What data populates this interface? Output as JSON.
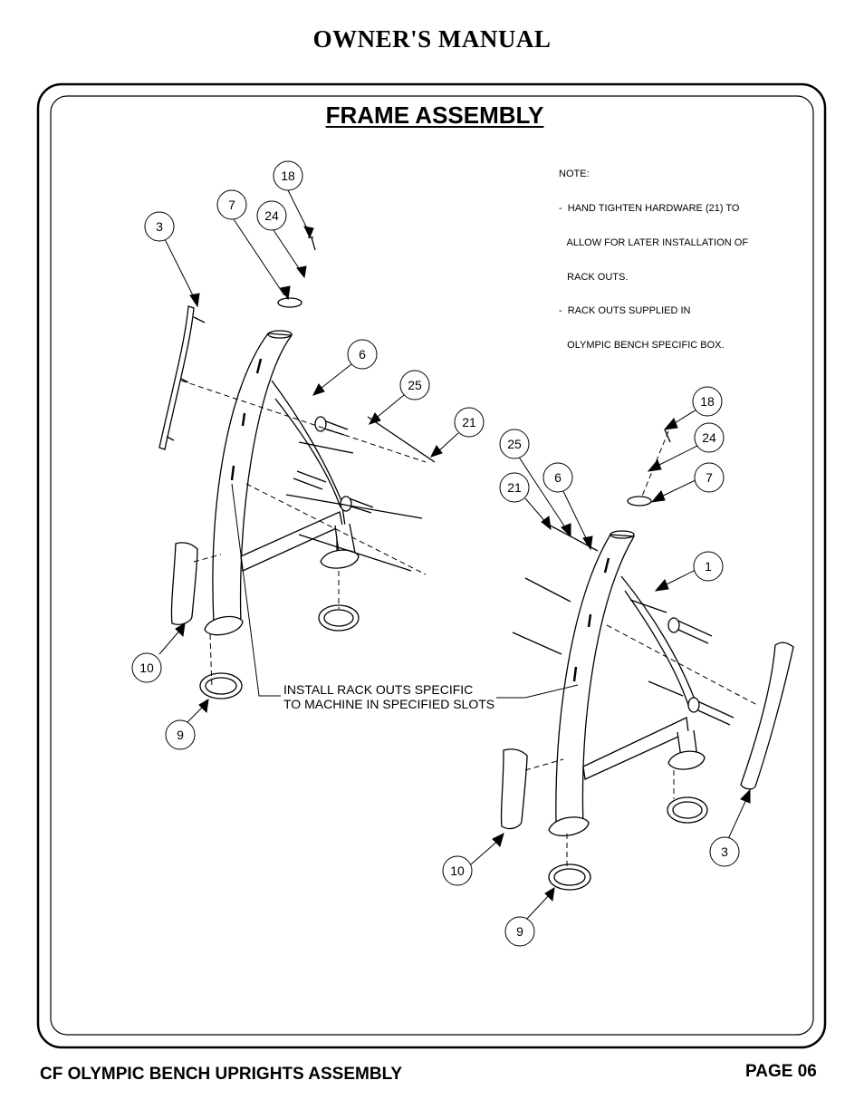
{
  "header": {
    "title": "OWNER'S MANUAL"
  },
  "section": {
    "title": "FRAME ASSEMBLY"
  },
  "note": {
    "lines": [
      "NOTE:",
      "-  HAND TIGHTEN HARDWARE (21) TO",
      "   ALLOW FOR LATER INSTALLATION OF",
      "   RACK OUTS.",
      "-  RACK OUTS SUPPLIED IN",
      "   OLYMPIC BENCH SPECIFIC BOX."
    ]
  },
  "install_note": {
    "line1": "INSTALL RACK OUTS SPECIFIC",
    "line2": "TO MACHINE IN SPECIFIED SLOTS"
  },
  "callouts": {
    "left": [
      "18",
      "7",
      "24",
      "3",
      "6",
      "25",
      "21",
      "10",
      "9"
    ],
    "right": [
      "18",
      "24",
      "25",
      "7",
      "6",
      "21",
      "1",
      "3",
      "10",
      "9"
    ]
  },
  "footer": {
    "left": "CF OLYMPIC BENCH UPRIGHTS ASSEMBLY",
    "right": "PAGE 06"
  }
}
